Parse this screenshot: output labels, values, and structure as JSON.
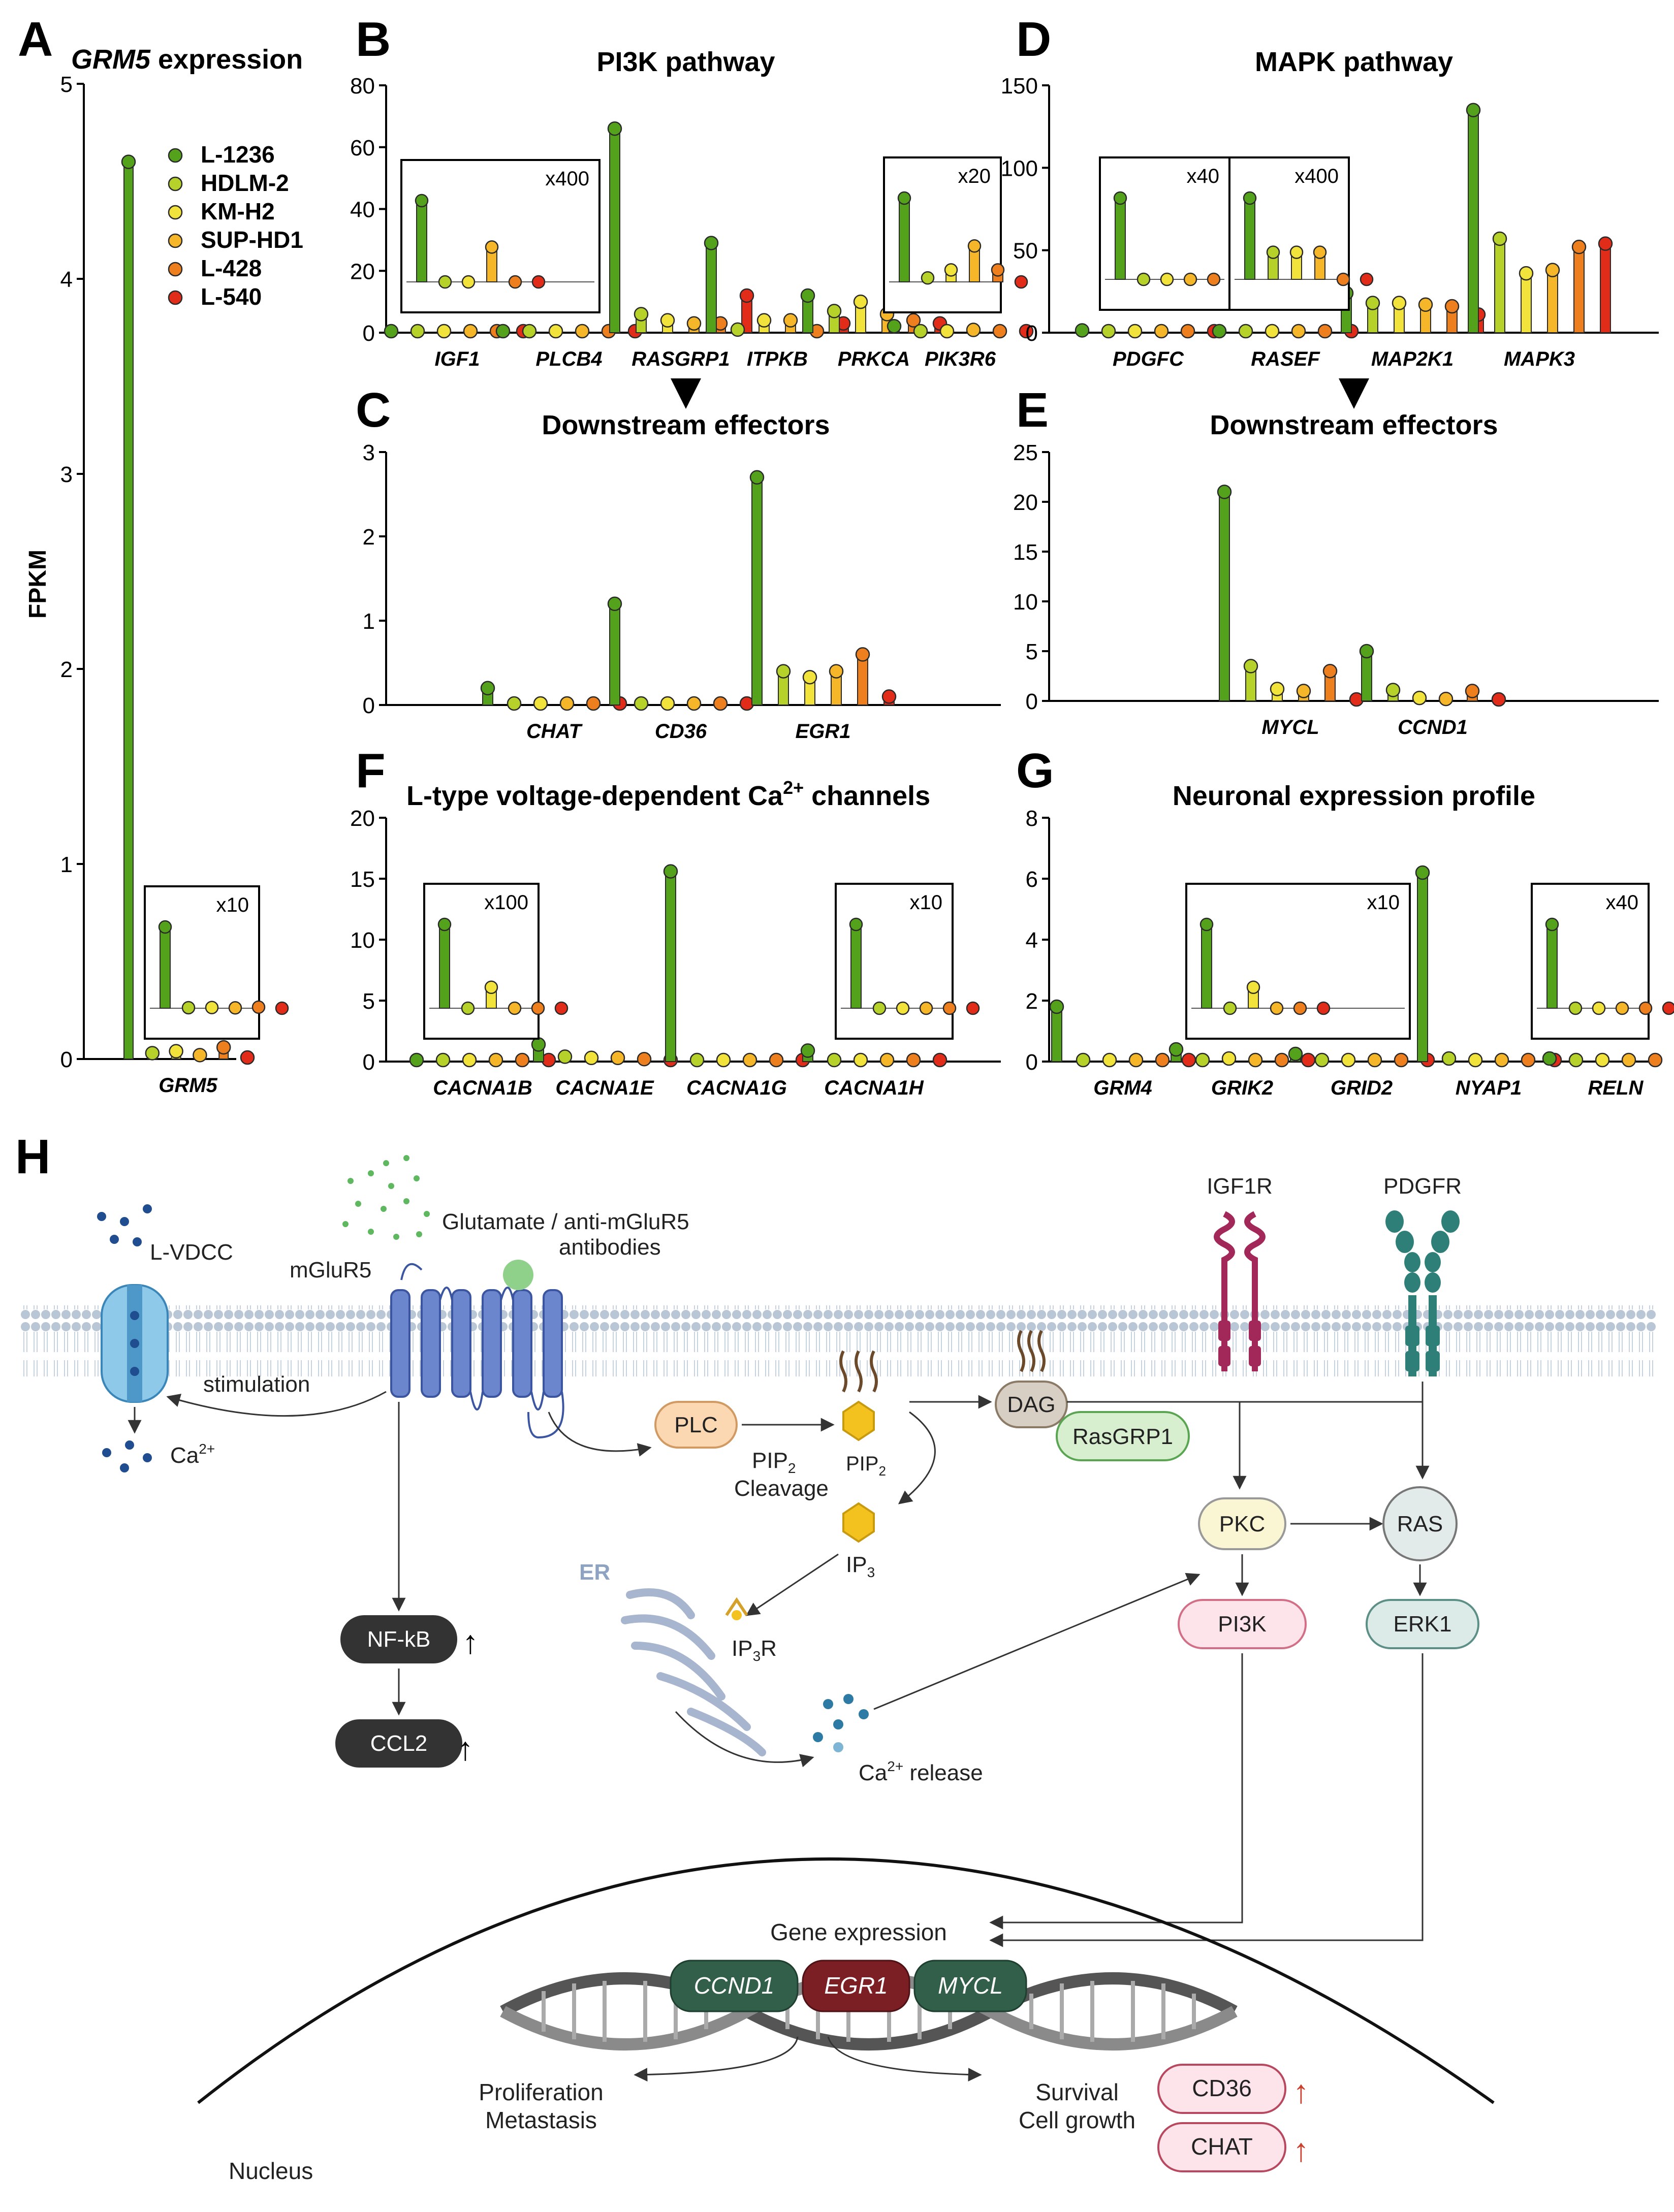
{
  "colors": {
    "L-1236": "#54a11c",
    "HDLM-2": "#b6d22a",
    "KM-H2": "#f2e23c",
    "SUP-HD1": "#f5b62a",
    "L-428": "#ee7f1e",
    "L-540": "#e12c1a"
  },
  "y_label": "FPKM",
  "cell_lines": [
    "L-1236",
    "HDLM-2",
    "KM-H2",
    "SUP-HD1",
    "L-428",
    "L-540"
  ],
  "chart_data": [
    {
      "id": "A",
      "type": "bar",
      "letter": "A",
      "title": "GRM5 expression",
      "title_italic_part": "GRM5",
      "ylim": [
        0,
        5
      ],
      "yticks": [
        0,
        1,
        2,
        3,
        4,
        5
      ],
      "series_names": [
        "L-1236",
        "HDLM-2",
        "KM-H2",
        "SUP-HD1",
        "L-428",
        "L-540"
      ],
      "categories": [
        {
          "label": "GRM5",
          "values": [
            4.6,
            0.03,
            0.04,
            0.02,
            0.06,
            0.0
          ]
        }
      ],
      "insets": [
        {
          "label": "x10",
          "category": 0
        }
      ]
    },
    {
      "id": "B",
      "type": "bar",
      "letter": "B",
      "title": "PI3K pathway",
      "ylim": [
        0,
        80
      ],
      "yticks": [
        0,
        20,
        40,
        60,
        80
      ],
      "categories": [
        {
          "label": "IGF1",
          "values": [
            0.07,
            0.0,
            0.0,
            0.03,
            0.0,
            0.0
          ]
        },
        {
          "label": "PLCB4",
          "values": [
            0.09,
            0.04,
            0.0,
            0.0,
            0.0,
            0.0
          ]
        },
        {
          "label": "RASGRP1",
          "values": [
            66,
            6,
            4,
            3,
            3,
            12
          ]
        },
        {
          "label": "ITPKB",
          "values": [
            29,
            1,
            4,
            4,
            0,
            3
          ]
        },
        {
          "label": "PRKCA",
          "values": [
            12,
            7,
            10,
            6,
            4,
            3
          ]
        },
        {
          "label": "PIK3R6",
          "values": [
            2.1,
            0.1,
            0.3,
            0.9,
            0.3,
            0.0
          ]
        }
      ],
      "insets": [
        {
          "label": "x400",
          "category": 0
        },
        {
          "label": "x20",
          "category": 5
        }
      ]
    },
    {
      "id": "C",
      "type": "bar",
      "letter": "C",
      "title": "Downstream effectors",
      "ylim": [
        0,
        3
      ],
      "yticks": [
        0,
        1,
        2,
        3
      ],
      "categories": [
        {
          "label": "CHAT",
          "values": [
            0.2,
            0.0,
            0.0,
            0.0,
            0.0,
            0.0
          ]
        },
        {
          "label": "CD36",
          "values": [
            1.2,
            0.0,
            0.0,
            0.0,
            0.0,
            0.0
          ]
        },
        {
          "label": "EGR1",
          "values": [
            2.7,
            0.4,
            0.33,
            0.4,
            0.6,
            0.1
          ]
        }
      ],
      "insets": []
    },
    {
      "id": "D",
      "type": "bar",
      "letter": "D",
      "title": "MAPK pathway",
      "ylim": [
        0,
        150
      ],
      "yticks": [
        0,
        50,
        100,
        150
      ],
      "categories": [
        {
          "label": "PDGFC",
          "values": [
            1.4,
            0.0,
            0.0,
            0.0,
            0.0,
            0.0
          ]
        },
        {
          "label": "RASEF",
          "values": [
            0.03,
            0.01,
            0.01,
            0.01,
            0.0,
            0.0
          ]
        },
        {
          "label": "MAP2K1",
          "values": [
            24,
            18,
            18,
            17,
            16,
            11
          ]
        },
        {
          "label": "MAPK3",
          "values": [
            135,
            57,
            36,
            38,
            52,
            54
          ]
        }
      ],
      "insets": [
        {
          "label": "x40",
          "category": 0
        },
        {
          "label": "x400",
          "category": 1
        }
      ]
    },
    {
      "id": "E",
      "type": "bar",
      "letter": "E",
      "title": "Downstream effectors",
      "ylim": [
        0,
        25
      ],
      "yticks": [
        0,
        5,
        10,
        15,
        20,
        25
      ],
      "categories": [
        {
          "label": "MYCL",
          "values": [
            21,
            3.5,
            1.2,
            1.0,
            3.0,
            0.0
          ]
        },
        {
          "label": "CCND1",
          "values": [
            5,
            1.1,
            0.3,
            0.2,
            1.0,
            0.0
          ]
        }
      ],
      "insets": []
    },
    {
      "id": "F",
      "type": "bar",
      "letter": "F",
      "title": "L-type voltage-dependent Ca",
      "title_sup": "2+",
      "title_suffix": " channels",
      "ylim": [
        0,
        20
      ],
      "yticks": [
        0,
        5,
        10,
        15,
        20
      ],
      "categories": [
        {
          "label": "CACNA1B",
          "values": [
            0.04,
            0.0,
            0.01,
            0.0,
            0.0,
            0.0
          ]
        },
        {
          "label": "CACNA1E",
          "values": [
            1.4,
            0.4,
            0.3,
            0.3,
            0.2,
            0.0
          ]
        },
        {
          "label": "CACNA1G",
          "values": [
            15.6,
            0.0,
            0.0,
            0.0,
            0.0,
            0.0
          ]
        },
        {
          "label": "CACNA1H",
          "values": [
            0.9,
            0.0,
            0.0,
            0.0,
            0.0,
            0.0
          ]
        }
      ],
      "insets": [
        {
          "label": "x100",
          "category": 0
        },
        {
          "label": "x10",
          "category": 3
        }
      ]
    },
    {
      "id": "G",
      "type": "bar",
      "letter": "G",
      "title": "Neuronal expression profile",
      "ylim": [
        0,
        8
      ],
      "yticks": [
        0,
        2,
        4,
        6,
        8
      ],
      "categories": [
        {
          "label": "GRM4",
          "values": [
            1.8,
            0.0,
            0.0,
            0.0,
            0.0,
            0.0
          ]
        },
        {
          "label": "GRIK2",
          "values": [
            0.4,
            0.0,
            0.1,
            0.0,
            0.0,
            0.0
          ]
        },
        {
          "label": "GRID2",
          "values": [
            0.25,
            0.0,
            0.0,
            0.0,
            0.0,
            0.0
          ]
        },
        {
          "label": "NYAP1",
          "values": [
            6.2,
            0.1,
            0.0,
            0.0,
            0.0,
            0.0
          ]
        },
        {
          "label": "RELN",
          "values": [
            0.1,
            0.0,
            0.0,
            0.0,
            0.0,
            0.0
          ]
        }
      ],
      "insets": [
        {
          "label": "x10",
          "category": 1
        },
        {
          "label": "x40",
          "category": 4
        }
      ]
    }
  ],
  "pathway": {
    "letter": "H",
    "labels": {
      "glutamate": "Glutamate / anti-mGluR5",
      "antibodies": "antibodies",
      "mglur5": "mGluR5",
      "lvdcc": "L-VDCC",
      "stimulation": "stimulation",
      "ca_out": "Ca",
      "ca_sup": "2+",
      "plc": "PLC",
      "pip2_a": "PIP",
      "pip2_b": "PIP",
      "sub2": "2",
      "cleavage": "Cleavage",
      "dag": "DAG",
      "rasgrp1": "RasGRP1",
      "ip3": "IP",
      "sub3": "3",
      "er": "ER",
      "ip3r": "IP",
      "ip3r_r": "R",
      "ca_release": "Ca",
      "release": " release",
      "igf1r": "IGF1R",
      "pdgfr": "PDGFR",
      "pkc": "PKC",
      "ras": "RAS",
      "pi3k": "PI3K",
      "erk1": "ERK1",
      "nfkb": "NF-kB",
      "ccl2": "CCL2",
      "gene_expression": "Gene expression",
      "ccnd1": "CCND1",
      "egr1": "EGR1",
      "mycl": "MYCL",
      "proliferation": "Proliferation",
      "metastasis": "Metastasis",
      "survival": "Survival",
      "cell_growth": "Cell growth",
      "cd36": "CD36",
      "chat": "CHAT",
      "nucleus": "Nucleus",
      "up_arrow": "↑"
    }
  }
}
